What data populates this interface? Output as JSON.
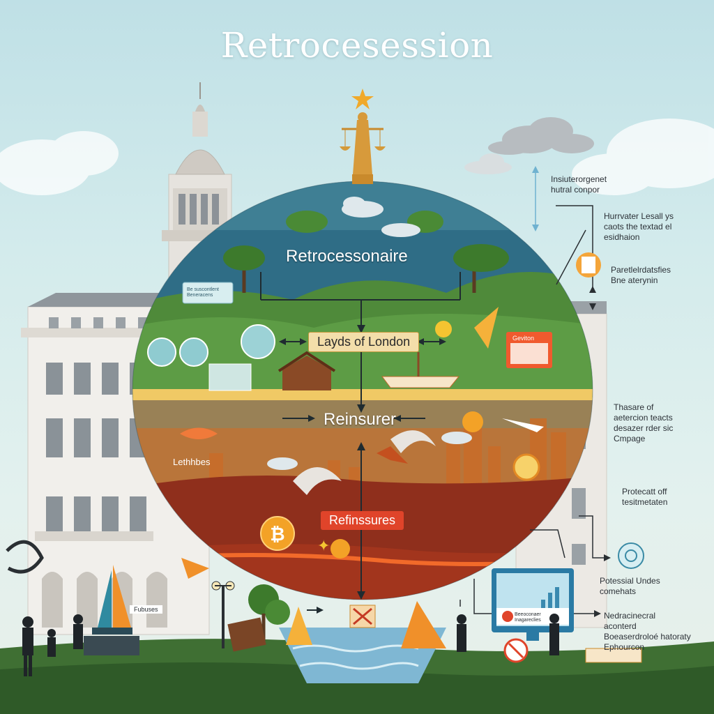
{
  "title": "Retrocesession",
  "tiers": {
    "top": "Retrocessonaire",
    "lloyds": "Layds of London",
    "middle": "Reinsurer",
    "bottom": "Refinssures"
  },
  "left_labels": {
    "lower_left": "Lethhbes",
    "card_text": "Be suscontlent Beneracens",
    "sign_text": "Fubuses"
  },
  "right_notes": [
    {
      "line1": "Insiuterorgenet",
      "line2": "hutral conpor"
    },
    {
      "line1": "Hurrvater Lesall ys",
      "line2": "caots the textad el",
      "line3": "esidhaion"
    },
    {
      "line1": "Paretlelrdatsfies",
      "line2": "Bne aterynin"
    },
    {
      "line1": "Thasare of",
      "line2": "aetercion teacts",
      "line3": "desazer rder sic",
      "line4": "Cmpage"
    },
    {
      "line1": "Protecatt off",
      "line2": "tesitmetaten"
    },
    {
      "line1": "Potessial Undes",
      "line2": "comehats"
    },
    {
      "line1": "Nedracinecral",
      "line2": "aconterd",
      "line3": "Boeaserdroloé hatoraty",
      "line4": "Ephourcon"
    }
  ],
  "panels": {
    "notice_title": "Geviton",
    "monitor_text": "Beeoconaer Inagareclies"
  },
  "colors": {
    "sky": "#c9e6ea",
    "top_band": "#2f6d86",
    "hills": "#4f8a3a",
    "middle_band": "#b9753a",
    "bottom_band": "#8f2f1c",
    "lloyds_box": "#f3deaa",
    "refin_box": "#e0442a",
    "accent_orange": "#f0902a"
  },
  "icons": [
    "scales-of-justice-icon",
    "star-icon",
    "bitcoin-icon",
    "document-icon",
    "warning-sign-icon",
    "chart-monitor-icon",
    "sailboat-icon",
    "lamp-post-icon"
  ]
}
